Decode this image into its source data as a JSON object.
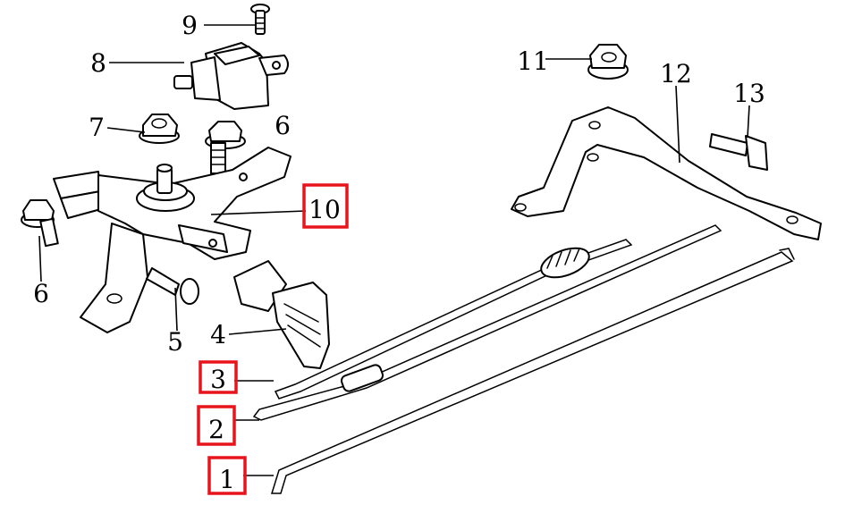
{
  "diagram": {
    "callouts": [
      {
        "id": "c1",
        "label": "1",
        "highlighted": true
      },
      {
        "id": "c2",
        "label": "2",
        "highlighted": true
      },
      {
        "id": "c3",
        "label": "3",
        "highlighted": true
      },
      {
        "id": "c4",
        "label": "4",
        "highlighted": false
      },
      {
        "id": "c5",
        "label": "5",
        "highlighted": false
      },
      {
        "id": "c6a",
        "label": "6",
        "highlighted": false
      },
      {
        "id": "c6b",
        "label": "6",
        "highlighted": false
      },
      {
        "id": "c7",
        "label": "7",
        "highlighted": false
      },
      {
        "id": "c8",
        "label": "8",
        "highlighted": false
      },
      {
        "id": "c9",
        "label": "9",
        "highlighted": false
      },
      {
        "id": "c10",
        "label": "10",
        "highlighted": true
      },
      {
        "id": "c11",
        "label": "11",
        "highlighted": false
      },
      {
        "id": "c12",
        "label": "12",
        "highlighted": false
      },
      {
        "id": "c13",
        "label": "13",
        "highlighted": false
      }
    ],
    "highlight_color": "#e8141c",
    "line_color": "#000000",
    "background": "#ffffff"
  }
}
